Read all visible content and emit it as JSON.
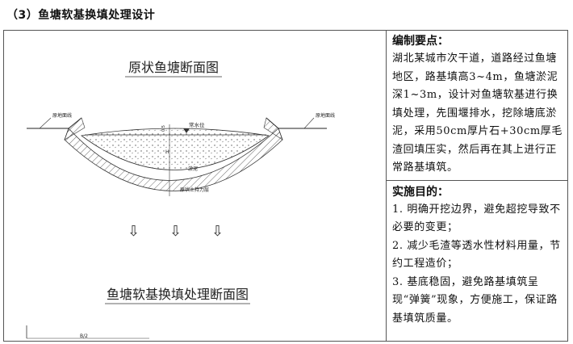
{
  "heading": "（3）鱼塘软基换填处理设计",
  "diagram": {
    "title_top": "原状鱼塘断面图",
    "title_bottom": "鱼塘软基换填处理断面图",
    "labels": {
      "left_ground": "原地面线",
      "right_ground": "原地面线",
      "water_level": "常水位",
      "silt": "淤泥",
      "undisturbed": "原状土持力层",
      "depth_a": "0.5",
      "depth_b": "H",
      "bottom_dim": "B/2"
    },
    "arrow_glyph": "⇩"
  },
  "notes": {
    "section1": {
      "title": "编制要点：",
      "body": "湖北某城市次干道，道路经过鱼塘地区，路基填高3~4m，鱼塘淤泥深1~3m，设计对鱼塘软基进行换填处理，先围堰排水，挖除塘底淤泥，采用50cm厚片石+30cm厚毛渣回填压实，然后再在其上进行正常路基填筑。"
    },
    "section2": {
      "title": "实施目的：",
      "items": [
        "1. 明确开挖边界，避免超挖导致不必要的变更；",
        "2. 减少毛渣等透水性材料用量，节约工程造价；",
        "3. 基底稳固，避免路基填筑呈现“弹簧”现象，方便施工，保证路基填筑质量。"
      ]
    }
  }
}
